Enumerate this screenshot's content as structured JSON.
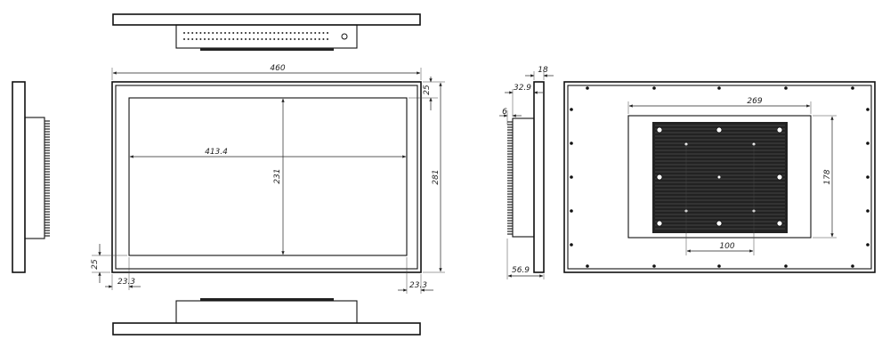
{
  "colors": {
    "line": "#111111",
    "background": "#ffffff",
    "heatsink": "#222222"
  },
  "front_view": {
    "overall_width": "460",
    "display_width": "413.4",
    "display_height": "231",
    "overall_height": "281",
    "top_border": "25",
    "bottom_border": "25",
    "left_border": "23.3",
    "right_border": "23.3"
  },
  "side_view": {
    "front_thickness": "18",
    "bezel_depth": "32.9",
    "fin_depth": "6",
    "total_depth": "56.9"
  },
  "back_view": {
    "inner_width": "269",
    "inner_height": "178",
    "vesa_spacing": "100"
  }
}
